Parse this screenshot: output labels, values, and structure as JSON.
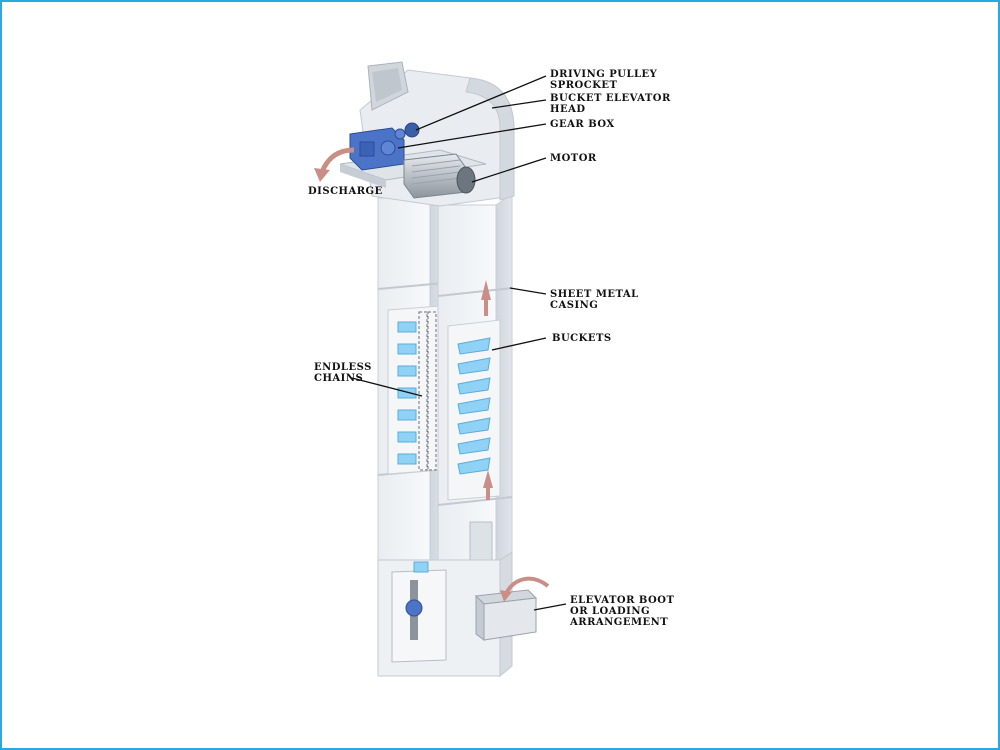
{
  "colors": {
    "frame": "#29a9e1",
    "casing_light": "#eef1f4",
    "casing_mid": "#d8dde3",
    "casing_dark": "#b9c0c8",
    "bucket": "#8fd2f5",
    "motor": "#4b74c9",
    "arrow": "#c98f86"
  },
  "labels": {
    "driving_pulley": [
      "DRIVING PULLEY",
      "SPROCKET"
    ],
    "elevator_head": [
      "BUCKET ELEVATOR",
      "HEAD"
    ],
    "gear_box": [
      "GEAR BOX"
    ],
    "motor": [
      "MOTOR"
    ],
    "discharge": [
      "DISCHARGE"
    ],
    "casing": [
      "SHEET METAL",
      "CASING"
    ],
    "buckets": [
      "BUCKETS"
    ],
    "chains": [
      "ENDLESS",
      "CHAINS"
    ],
    "boot": [
      "ELEVATOR BOOT",
      "OR LOADING",
      "ARRANGEMENT"
    ]
  }
}
